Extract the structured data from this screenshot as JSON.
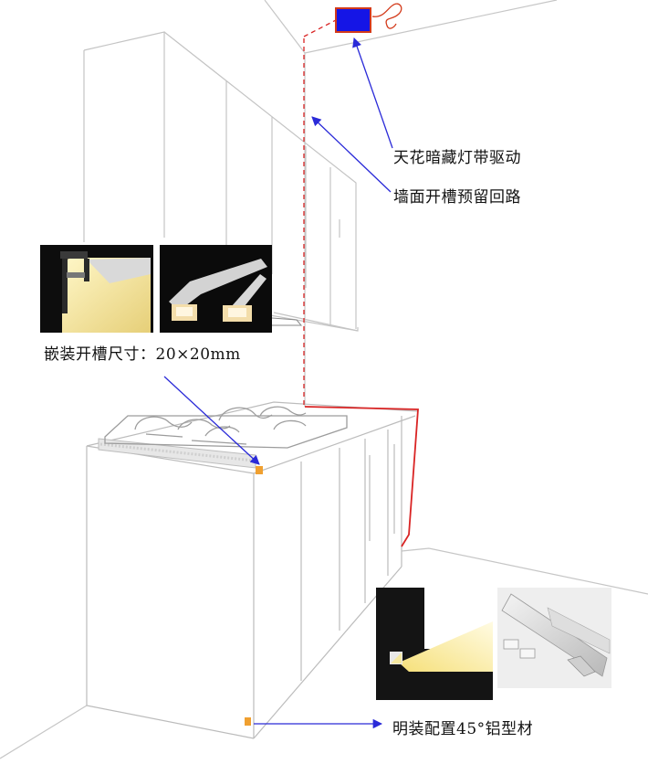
{
  "annotations": {
    "ceiling_driver": "天花暗藏灯带驱动",
    "wall_groove": "墙面开槽预留回路",
    "recessed_size": "嵌装开槽尺寸：20×20mm",
    "surface_mount": "明装配置45°铝型材"
  },
  "watermark": "",
  "colors": {
    "driver_box": "#1515e6",
    "driver_border": "#d33a1a",
    "circuit_red": "#d92424",
    "arrow_blue": "#2a2ad8",
    "led_marker": "#f0a030",
    "led_glow": "#f3e5a0",
    "line_gray": "#bdbdbd"
  },
  "icons": [
    "driver-box-icon",
    "led-marker-icon"
  ]
}
